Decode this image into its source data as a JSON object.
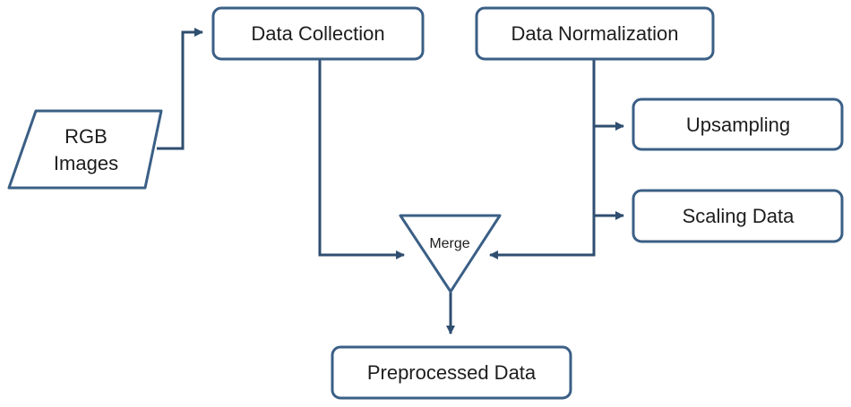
{
  "diagram": {
    "nodes": {
      "rgb_images": {
        "line1": "RGB",
        "line2": "Images",
        "shape": "parallelogram"
      },
      "data_collection": {
        "label": "Data Collection",
        "shape": "rounded-rect"
      },
      "data_normalization": {
        "label": "Data Normalization",
        "shape": "rounded-rect"
      },
      "upsampling": {
        "label": "Upsampling",
        "shape": "rounded-rect"
      },
      "scaling_data": {
        "label": "Scaling Data",
        "shape": "rounded-rect"
      },
      "merge": {
        "label": "Merge",
        "shape": "inverted-triangle"
      },
      "preprocessed_data": {
        "label": "Preprocessed Data",
        "shape": "rounded-rect"
      }
    },
    "edges": [
      {
        "from": "rgb_images",
        "to": "data_collection"
      },
      {
        "from": "data_collection",
        "to": "merge"
      },
      {
        "from": "data_normalization",
        "to": "upsampling"
      },
      {
        "from": "data_normalization",
        "to": "scaling_data"
      },
      {
        "from": "data_normalization",
        "to": "merge"
      },
      {
        "from": "merge",
        "to": "preprocessed_data"
      }
    ],
    "colors": {
      "stroke": "#3b5f86",
      "arrow": "#2f4e70",
      "fill": "#ffffff",
      "text": "#1d1d1d"
    }
  }
}
